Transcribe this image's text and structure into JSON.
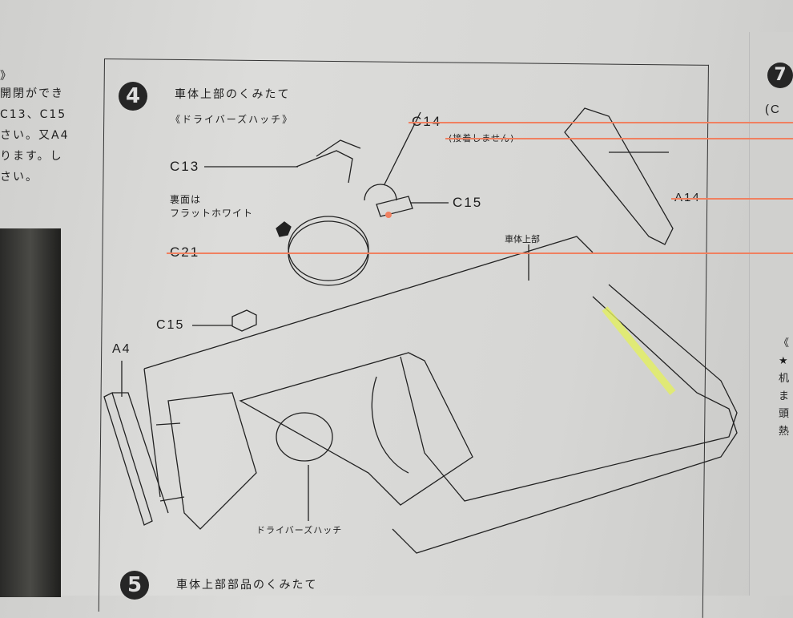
{
  "left_column": {
    "lines": [
      "》",
      "開閉ができ",
      "C13、C15",
      "さい。又A4",
      "ります。し",
      "さい。"
    ]
  },
  "step4": {
    "number": "4",
    "title": "車体上部のくみたて",
    "subtitle": "《ドライバーズハッチ》"
  },
  "labels": {
    "c13": "C13",
    "note_line1": "裏面は",
    "note_line2": "フラットホワイト",
    "c21": "C21",
    "c14": "C14",
    "c14_note": "(接着しません)",
    "c15_top": "C15",
    "a14": "A14",
    "upper_hull": "車体上部",
    "c15_bottom": "C15",
    "a4": "A4",
    "drivers_hatch": "ドライバーズハッチ"
  },
  "step5": {
    "number": "5",
    "title": "車体上部部品のくみたて"
  },
  "right_page": {
    "step_number": "7",
    "paren": "(C",
    "lines": [
      "《",
      "★",
      "机",
      "ま",
      "頭",
      "熱"
    ]
  },
  "colors": {
    "highlight_orange": "#f08060",
    "highlight_yellow": "#e4f060",
    "ink": "#1d1d1d"
  }
}
